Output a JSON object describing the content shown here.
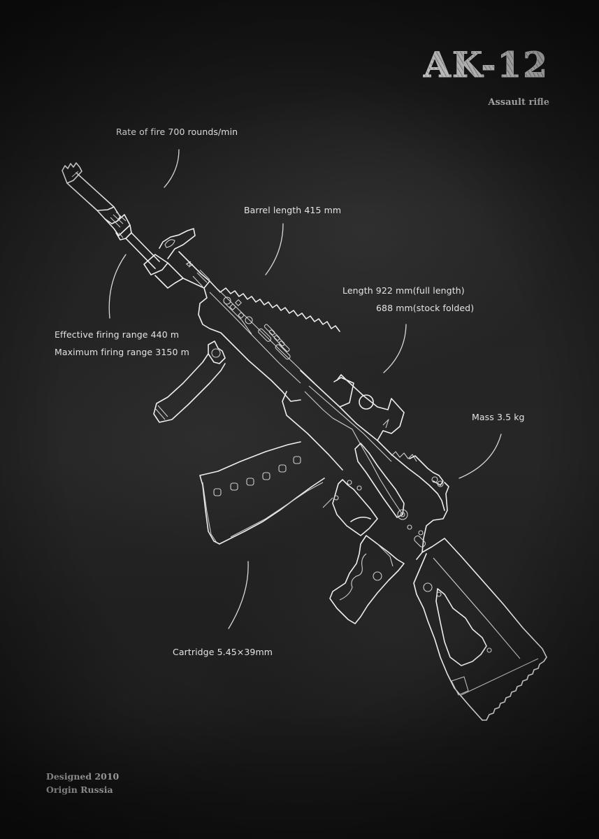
{
  "header": {
    "title": "AK-12",
    "subtitle": "Assault rifle"
  },
  "specs": {
    "rate_of_fire": "Rate of fire 700 rounds/min",
    "barrel_length": "Barrel length 415 mm",
    "length_full": "Length 922 mm(full length)",
    "length_folded": "688 mm(stock folded)",
    "effective_range": "Effective firing range 440 m",
    "maximum_range": "Maximum firing range 3150 m",
    "mass": "Mass 3.5 kg",
    "cartridge": "Cartridge 5.45×39mm"
  },
  "footer": {
    "designed": "Designed 2010",
    "origin": "Origin Russia"
  },
  "illustration": {
    "subject": "rifle-blueprint-outline",
    "line_color": "#eeeeee",
    "background_color": "#1f1f1f"
  }
}
